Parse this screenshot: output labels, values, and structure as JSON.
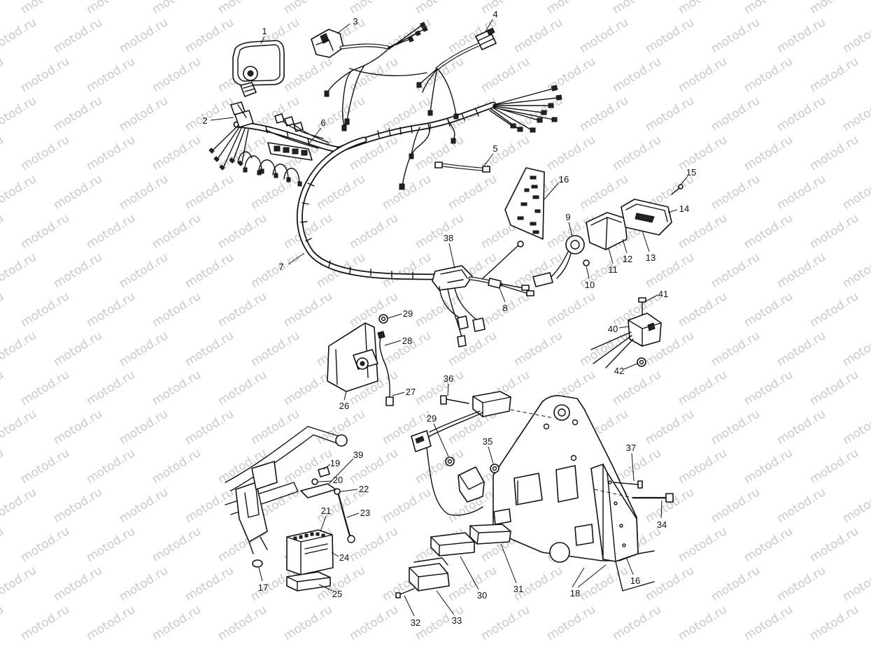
{
  "watermark": "motod.ru",
  "callouts": [
    "1",
    "2",
    "3",
    "4",
    "5",
    "6",
    "7",
    "8",
    "9",
    "10",
    "11",
    "12",
    "13",
    "14",
    "15",
    "16",
    "16",
    "17",
    "18",
    "19",
    "20",
    "21",
    "22",
    "23",
    "24",
    "25",
    "26",
    "27",
    "28",
    "29",
    "29",
    "30",
    "31",
    "32",
    "33",
    "34",
    "35",
    "36",
    "37",
    "38",
    "39",
    "40",
    "41",
    "42"
  ]
}
